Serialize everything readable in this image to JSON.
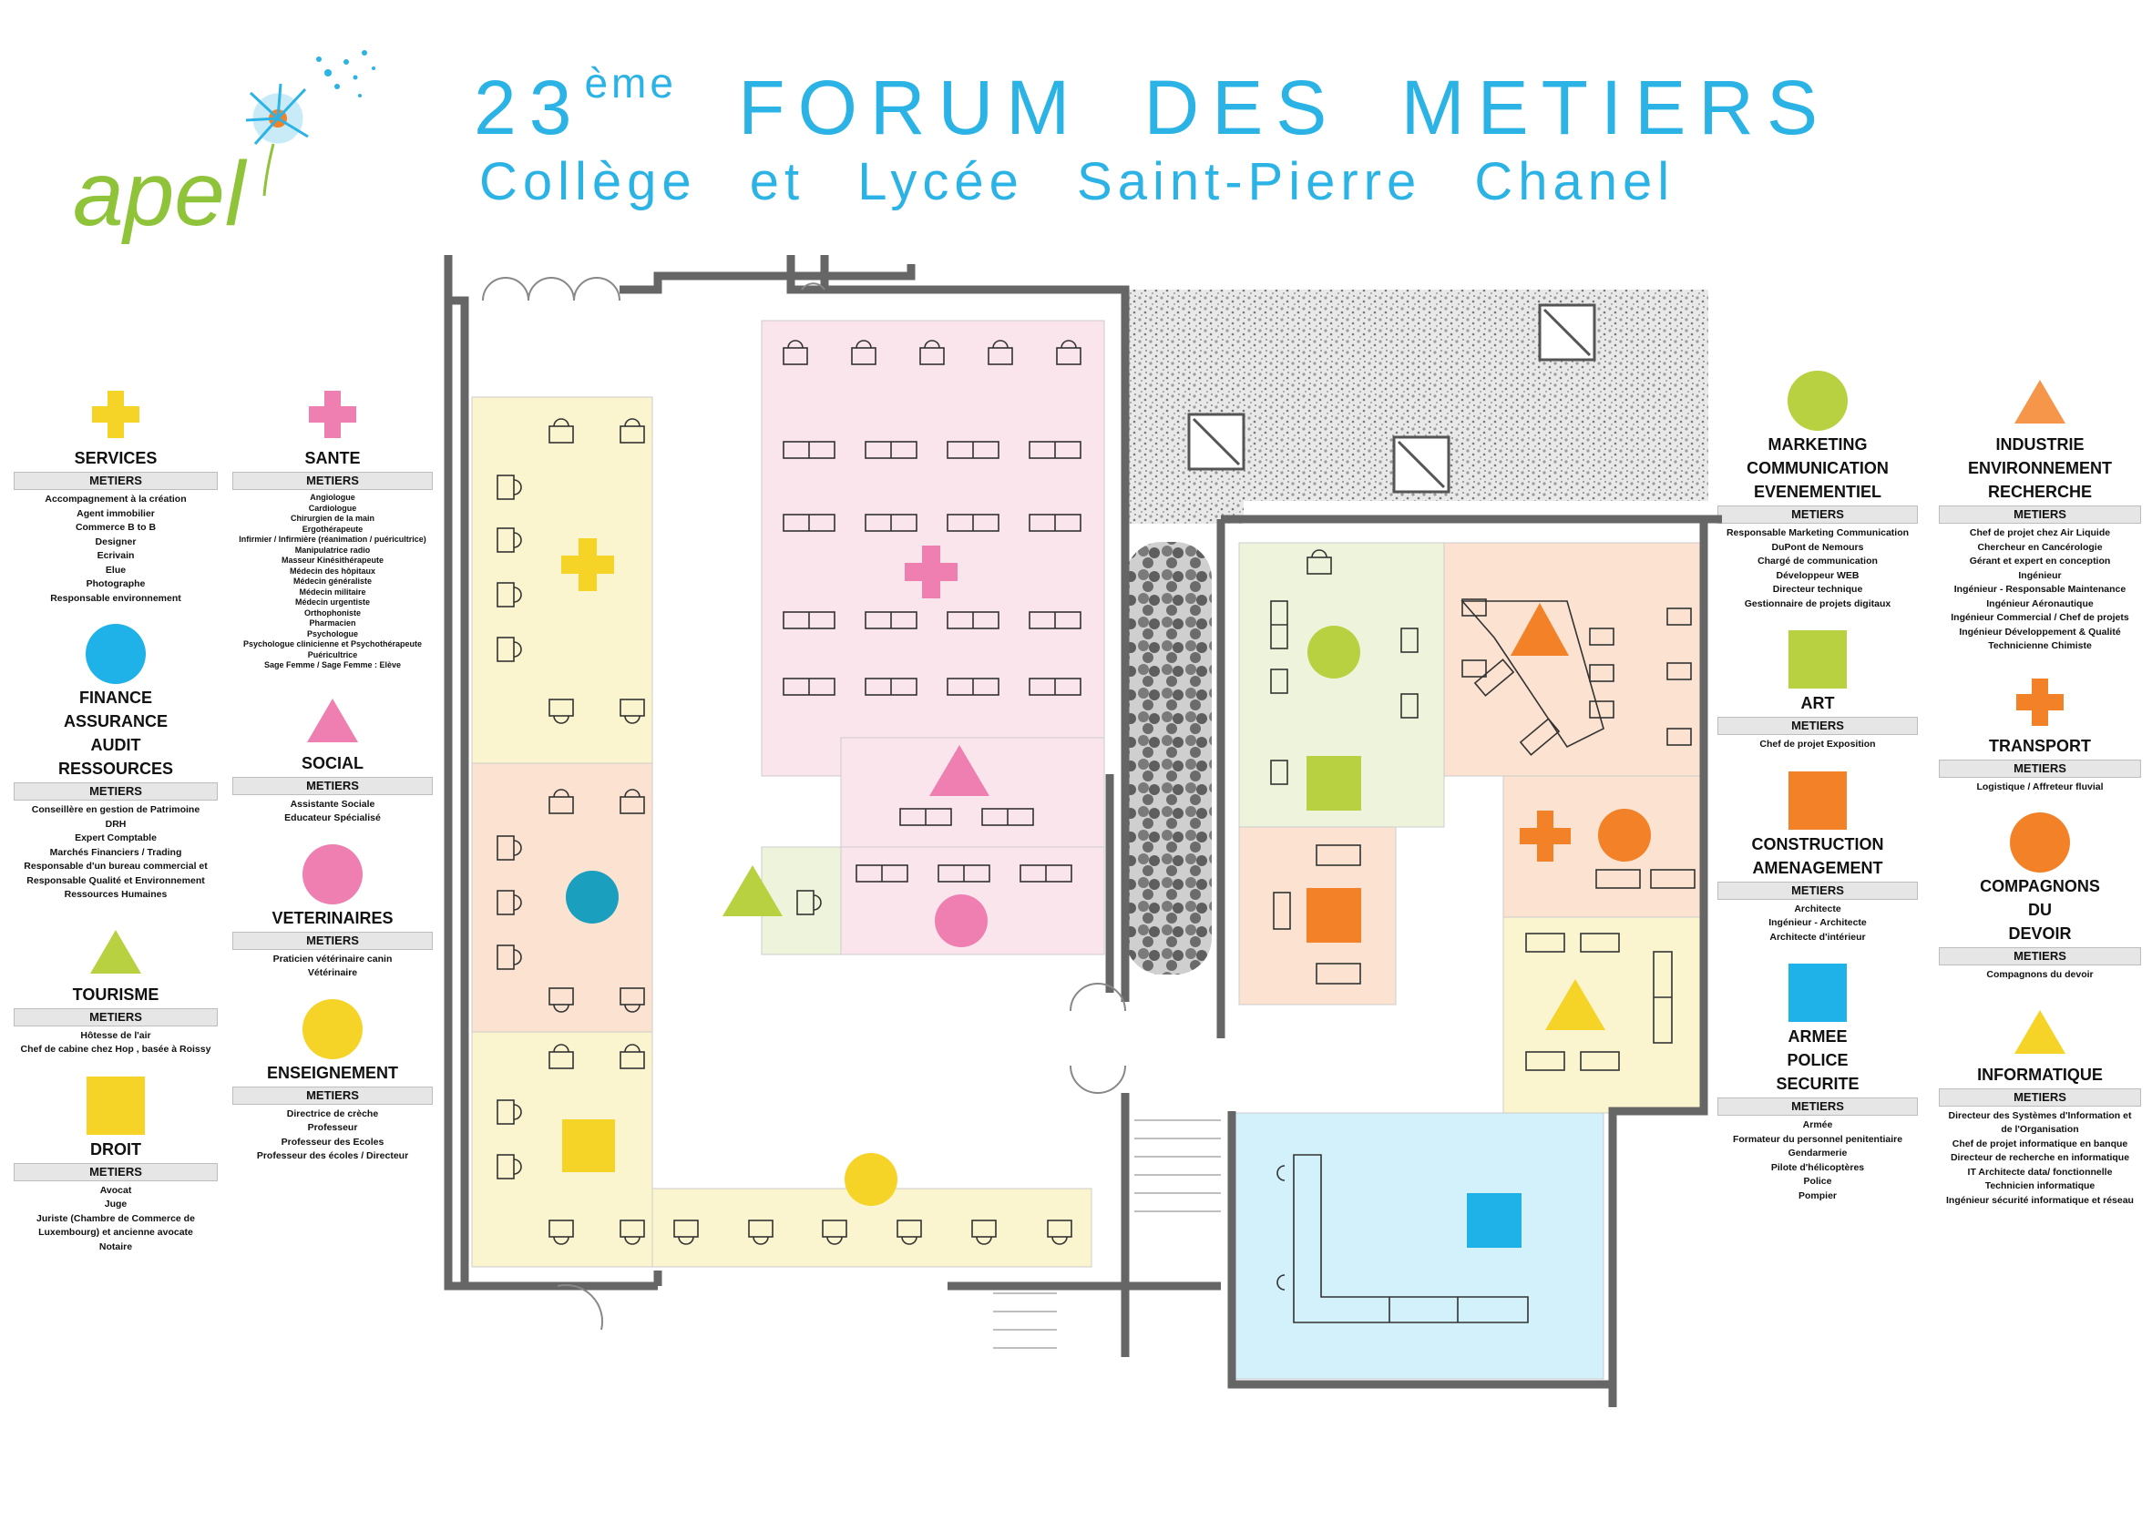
{
  "logo": {
    "text": "apel"
  },
  "header": {
    "edition": "23",
    "edition_suffix": "ème",
    "title": "FORUM DES METIERS",
    "subtitle": "Collège et Lycée Saint-Pierre Chanel"
  },
  "colors": {
    "yellow": "#f5d327",
    "pink": "#ee7fb0",
    "blue": "#1eb2e8",
    "teal": "#1a9fbf",
    "green": "#b8d140",
    "orange": "#f28127",
    "zone_yellow": "#fbf5cf",
    "zone_pink": "#fbe5ec",
    "zone_orange": "#fbe2d1",
    "zone_green": "#eef4dc",
    "zone_blue": "#d2f1fb"
  },
  "metiers_label": "METIERS",
  "legend_left_col1": [
    {
      "key": "services",
      "name_lines": [
        "SERVICES"
      ],
      "icon": "plus-icon",
      "color": "#f5d327",
      "metiers": [
        "Accompagnement à la création",
        "Agent immobilier",
        "Commerce B to B",
        "Designer",
        "Ecrivain",
        "Elue",
        "Photographe",
        "Responsable environnement"
      ]
    },
    {
      "key": "finance",
      "name_lines": [
        "FINANCE",
        "ASSURANCE",
        "AUDIT",
        "RESSOURCES"
      ],
      "icon": "circle-icon",
      "color": "#1eb2e8",
      "metiers": [
        "Conseillère en gestion de Patrimoine",
        "DRH",
        "Expert Comptable",
        "Marchés Financiers / Trading",
        "Responsable d'un bureau commercial et",
        "Responsable Qualité et Environnement",
        "Ressources Humaines"
      ]
    },
    {
      "key": "tourisme",
      "name_lines": [
        "TOURISME"
      ],
      "icon": "triangle-icon",
      "color": "#b8d140",
      "metiers": [
        "Hôtesse de l'air",
        "Chef de cabine chez Hop , basée à Roissy"
      ]
    },
    {
      "key": "droit",
      "name_lines": [
        "DROIT"
      ],
      "icon": "square-icon",
      "color": "#f5d327",
      "metiers": [
        "Avocat",
        "Juge",
        "Juriste (Chambre de Commerce de",
        "Luxembourg) et ancienne avocate",
        "Notaire"
      ]
    }
  ],
  "legend_left_col2": [
    {
      "key": "sante",
      "name_lines": [
        "SANTE"
      ],
      "icon": "plus-icon",
      "color": "#ee7fb0",
      "metiers": [
        "Angiologue",
        "Cardiologue",
        "Chirurgien de la main",
        "Ergothérapeute",
        "Infirmier / Infirmière (réanimation / puéricultrice)",
        "Manipulatrice radio",
        "Masseur Kinésithérapeute",
        "Médecin des hôpitaux",
        "Médecin généraliste",
        "Médecin militaire",
        "Médecin urgentiste",
        "Orthophoniste",
        "Pharmacien",
        "Psychologue",
        "Psychologue clinicienne et Psychothérapeute",
        "Puéricultrice",
        "Sage Femme / Sage Femme  :  Elève"
      ]
    },
    {
      "key": "social",
      "name_lines": [
        "SOCIAL"
      ],
      "icon": "triangle-icon",
      "color": "#ee7fb0",
      "metiers": [
        "Assistante Sociale",
        "Educateur Spécialisé"
      ]
    },
    {
      "key": "veterinaires",
      "name_lines": [
        "VETERINAIRES"
      ],
      "icon": "circle-icon",
      "color": "#ee7fb0",
      "metiers": [
        "Praticien vétérinaire canin",
        "Vétérinaire"
      ]
    },
    {
      "key": "enseignement",
      "name_lines": [
        "ENSEIGNEMENT"
      ],
      "icon": "circle-icon",
      "color": "#f5d327",
      "metiers": [
        "Directrice de crèche",
        "Professeur",
        "Professeur des Ecoles",
        "Professeur des écoles / Directeur"
      ]
    }
  ],
  "legend_right_col1": [
    {
      "key": "marketing",
      "name_lines": [
        "MARKETING",
        "COMMUNICATION",
        "EVENEMENTIEL"
      ],
      "icon": "circle-icon",
      "color": "#b8d140",
      "metiers": [
        "Responsable Marketing Communication",
        "DuPont de Nemours",
        "Chargé de communication",
        "Développeur WEB",
        "Directeur technique",
        "Gestionnaire de projets digitaux"
      ]
    },
    {
      "key": "art",
      "name_lines": [
        "ART"
      ],
      "icon": "square-icon",
      "color": "#b8d140",
      "metiers": [
        "Chef de projet Exposition"
      ]
    },
    {
      "key": "construction",
      "name_lines": [
        "CONSTRUCTION",
        "AMENAGEMENT"
      ],
      "icon": "square-icon",
      "color": "#f28127",
      "metiers": [
        "Architecte",
        "Ingénieur - Architecte",
        "Architecte d'intérieur"
      ]
    },
    {
      "key": "armee",
      "name_lines": [
        "ARMEE",
        "POLICE",
        "SECURITE"
      ],
      "icon": "square-icon",
      "color": "#1eb2e8",
      "metiers": [
        "Armée",
        "Formateur du personnel penitentiaire",
        "Gendarmerie",
        "Pilote d'hélicoptères",
        "Police",
        "Pompier"
      ]
    }
  ],
  "legend_right_col2": [
    {
      "key": "industrie",
      "name_lines": [
        "INDUSTRIE",
        "ENVIRONNEMENT",
        "RECHERCHE"
      ],
      "icon": "triangle-icon",
      "color": "#f5964a",
      "metiers": [
        "Chef de projet chez Air Liquide",
        "Chercheur en Cancérologie",
        "Gérant et expert en conception",
        "Ingénieur",
        "Ingénieur - Responsable Maintenance",
        "Ingénieur Aéronautique",
        "Ingénieur Commercial / Chef de projets",
        "Ingénieur Développement & Qualité",
        "Technicienne Chimiste"
      ]
    },
    {
      "key": "transport",
      "name_lines": [
        "TRANSPORT"
      ],
      "icon": "plus-icon",
      "color": "#f28127",
      "metiers": [
        "Logistique / Affreteur fluvial"
      ]
    },
    {
      "key": "compagnons",
      "name_lines": [
        "COMPAGNONS",
        "DU",
        "DEVOIR"
      ],
      "icon": "circle-icon",
      "color": "#f28127",
      "metiers": [
        "Compagnons du devoir"
      ]
    },
    {
      "key": "informatique",
      "name_lines": [
        "INFORMATIQUE"
      ],
      "icon": "triangle-icon",
      "color": "#f5d327",
      "metiers": [
        "Directeur des Systèmes d'Information et",
        "de l'Organisation",
        "Chef de projet informatique en banque",
        "Directeur de recherche en informatique",
        "IT Architecte data/ fonctionnelle",
        "Technicien informatique",
        "Ingénieur sécurité informatique et réseau"
      ]
    }
  ]
}
